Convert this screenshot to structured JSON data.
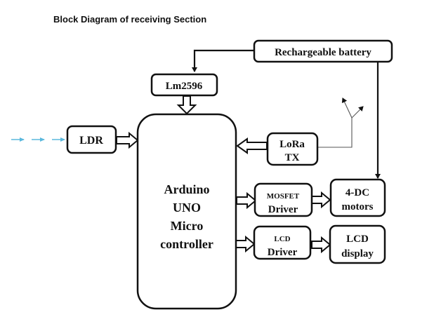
{
  "title": "Block Diagram of receiving Section",
  "colors": {
    "stroke": "#111111",
    "light_ray": "#5bb8dd",
    "background": "#ffffff"
  },
  "blocks": {
    "battery": {
      "label": "Rechargeable battery"
    },
    "regulator": {
      "label": "Lm2596"
    },
    "ldr": {
      "label": "LDR"
    },
    "mcu": {
      "lines": [
        "Arduino",
        "UNO",
        "Micro",
        "controller"
      ]
    },
    "lora": {
      "lines": [
        "LoRa",
        "TX"
      ]
    },
    "mosfet": {
      "lines": [
        "MOSFET",
        "Driver"
      ]
    },
    "motors": {
      "lines": [
        "4-DC",
        "motors"
      ]
    },
    "lcd_driver": {
      "lines": [
        "LCD",
        "Driver"
      ]
    },
    "lcd_display": {
      "lines": [
        "LCD",
        "display"
      ]
    }
  },
  "connections": [
    {
      "from": "battery",
      "to": "regulator",
      "type": "line-arrow"
    },
    {
      "from": "battery",
      "to": "motors",
      "type": "line-arrow"
    },
    {
      "from": "regulator",
      "to": "mcu",
      "type": "block-arrow"
    },
    {
      "from": "ldr",
      "to": "mcu",
      "type": "block-arrow"
    },
    {
      "from": "lora",
      "to": "mcu",
      "type": "block-arrow"
    },
    {
      "from": "mcu",
      "to": "mosfet",
      "type": "block-arrow"
    },
    {
      "from": "mosfet",
      "to": "motors",
      "type": "block-arrow"
    },
    {
      "from": "mcu",
      "to": "lcd_driver",
      "type": "block-arrow"
    },
    {
      "from": "lcd_driver",
      "to": "lcd_display",
      "type": "block-arrow"
    },
    {
      "from": "lora",
      "to": "antenna",
      "type": "thin-line"
    },
    {
      "from": "light",
      "to": "ldr",
      "type": "light-rays"
    }
  ]
}
